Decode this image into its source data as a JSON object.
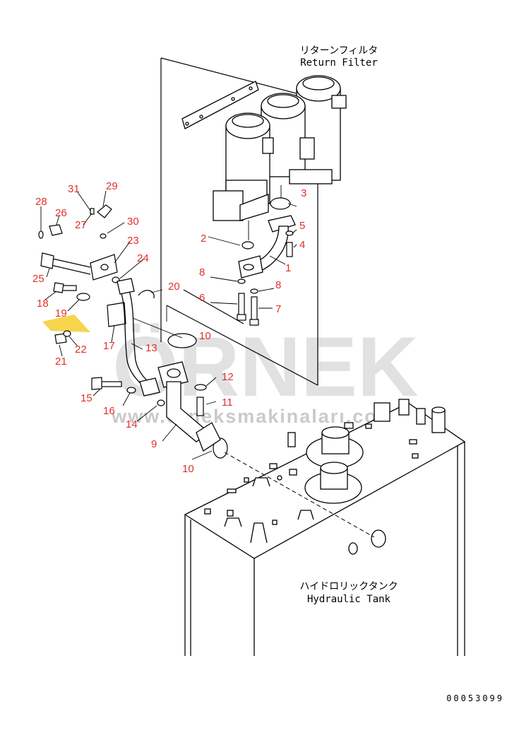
{
  "titles": {
    "filter_jp": "リターンフィルタ",
    "filter_en": "Return Filter",
    "tank_jp": "ハイドロリックタンク",
    "tank_en": "Hydraulic Tank"
  },
  "drawing_code": "00053099",
  "watermark": {
    "brand": "ÖRNEK",
    "url": "www.orneksmakinaları.com.tr"
  },
  "part_labels": [
    {
      "id": "p1",
      "text": "1"
    },
    {
      "id": "p2",
      "text": "2"
    },
    {
      "id": "p3",
      "text": "3"
    },
    {
      "id": "p4",
      "text": "4"
    },
    {
      "id": "p5",
      "text": "5"
    },
    {
      "id": "p6",
      "text": "6"
    },
    {
      "id": "p7",
      "text": "7"
    },
    {
      "id": "p8a",
      "text": "8"
    },
    {
      "id": "p8b",
      "text": "8"
    },
    {
      "id": "p9",
      "text": "9"
    },
    {
      "id": "p10a",
      "text": "10"
    },
    {
      "id": "p10b",
      "text": "10"
    },
    {
      "id": "p11",
      "text": "11"
    },
    {
      "id": "p12",
      "text": "12"
    },
    {
      "id": "p13",
      "text": "13"
    },
    {
      "id": "p14",
      "text": "14"
    },
    {
      "id": "p15",
      "text": "15"
    },
    {
      "id": "p16",
      "text": "16"
    },
    {
      "id": "p17",
      "text": "17"
    },
    {
      "id": "p18",
      "text": "18"
    },
    {
      "id": "p19",
      "text": "19"
    },
    {
      "id": "p20",
      "text": "20"
    },
    {
      "id": "p21",
      "text": "21"
    },
    {
      "id": "p22",
      "text": "22"
    },
    {
      "id": "p23",
      "text": "23"
    },
    {
      "id": "p24",
      "text": "24"
    },
    {
      "id": "p25",
      "text": "25"
    },
    {
      "id": "p26",
      "text": "26"
    },
    {
      "id": "p27",
      "text": "27"
    },
    {
      "id": "p28",
      "text": "28"
    },
    {
      "id": "p29",
      "text": "29"
    },
    {
      "id": "p30",
      "text": "30"
    },
    {
      "id": "p31",
      "text": "31"
    }
  ],
  "colors": {
    "line": "#000000",
    "callout": "#e0302a",
    "watermark_gray": "#c8c8c8",
    "watermark_accent": "#f2c200"
  }
}
